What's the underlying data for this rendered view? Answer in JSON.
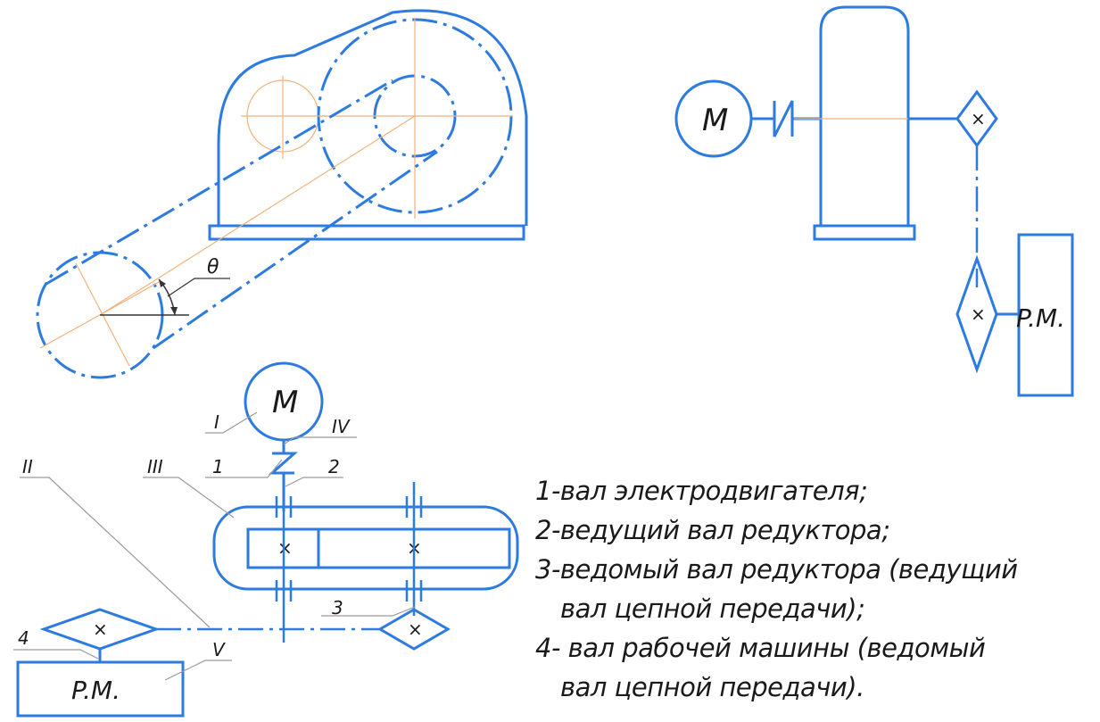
{
  "labels": {
    "angle": "θ",
    "motor_top": "M",
    "motor_bottom": "M",
    "rm_right": "P.M.",
    "rm_bottom": "P.M.",
    "roman_I": "I",
    "roman_II": "II",
    "roman_III": "III",
    "roman_IV": "IV",
    "roman_V": "V",
    "num_1": "1",
    "num_2": "2",
    "num_3": "3",
    "num_4": "4",
    "cross": "×"
  },
  "legend": [
    "1-вал электродвигателя;",
    "2-ведущий вал редуктора;",
    "3-ведомый вал редуктора (ведущий",
    "вал цепной передачи);",
    "4- вал рабочей машины (ведомый",
    "вал цепной передачи)."
  ]
}
